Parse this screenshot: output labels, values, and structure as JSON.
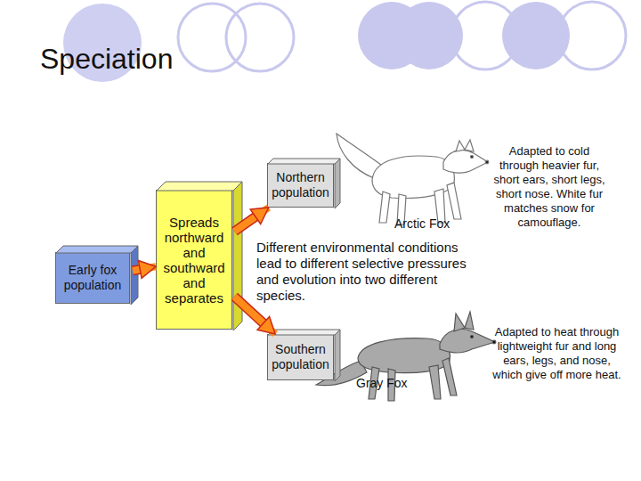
{
  "diagram": {
    "title": "Speciation",
    "nodes": [
      {
        "text": [
          "Early fox population"
        ]
      },
      {
        "text": [
          "Spreads northward and southward and separates"
        ]
      },
      {
        "text": [
          "Northern population"
        ]
      },
      {
        "text": [
          "Southern population"
        ]
      }
    ],
    "edges": [
      {
        "from": 0,
        "to": 1,
        "arrow": "to"
      },
      {
        "from": 1,
        "to": 2,
        "arrow": "to"
      },
      {
        "from": 1,
        "to": 3,
        "arrow": "to"
      }
    ],
    "labels": [
      "Arctic Fox",
      "Different environmental conditions lead to different selective pressures and evolution into two different species.",
      "Gray Fox",
      "Adapted to cold through heavier fur, short ears, short legs, short nose. White fur matches snow for camouflage.",
      "Adapted to heat through lightweight fur and long ears, legs, and nose, which give off more heat."
    ]
  }
}
